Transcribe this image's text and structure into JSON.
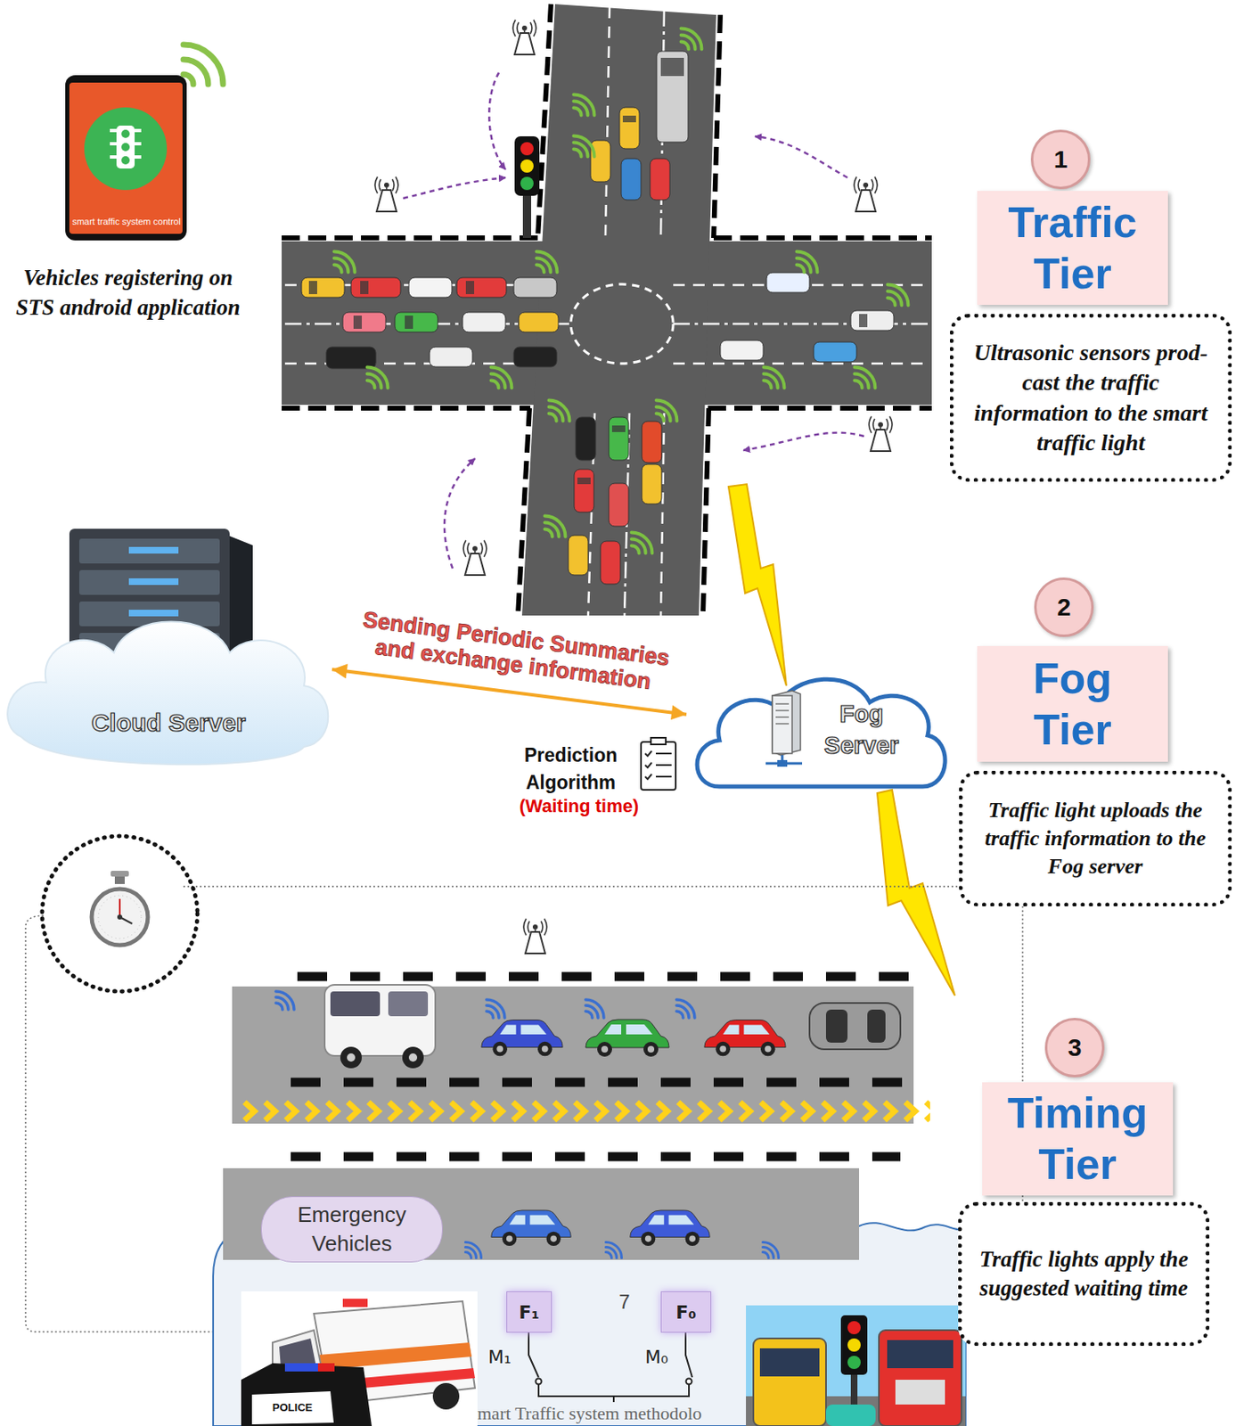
{
  "diagram": {
    "nodes": [
      {
        "text": [
          "1"
        ]
      },
      {
        "text": [
          "Traffic Tier"
        ]
      },
      {
        "text": [
          "Ultrasonic sensors prod-cast the traffic information to the smart traffic light"
        ]
      },
      {
        "text": [
          "Cloud Server"
        ]
      },
      {
        "text": [
          "Fog Server"
        ]
      },
      {
        "text": [
          "2"
        ]
      },
      {
        "text": [
          "Fog Tier"
        ]
      },
      {
        "text": [
          "Traffic light uploads the traffic information to the Fog server"
        ]
      },
      {
        "text": [
          "3"
        ]
      },
      {
        "text": [
          "Timing Tier"
        ]
      },
      {
        "text": [
          "Traffic lights apply the suggested waiting time"
        ]
      },
      {
        "text": [
          "Emergency Vehicles"
        ]
      },
      {
        "text": [
          "F₁"
        ]
      },
      {
        "text": [
          "F₀"
        ]
      }
    ],
    "edges": [
      {
        "from": 3,
        "to": 4,
        "arrow": "both",
        "label": "Sending Periodic Summaries and exchange information"
      }
    ],
    "labels": [
      "smart traffic system control",
      "Vehicles registering on STS android application",
      "Prediction Algorithm",
      "(Waiting time)",
      "7",
      "M₁",
      "M₀",
      "mart Traffic system methodolo",
      "POLICE"
    ]
  }
}
